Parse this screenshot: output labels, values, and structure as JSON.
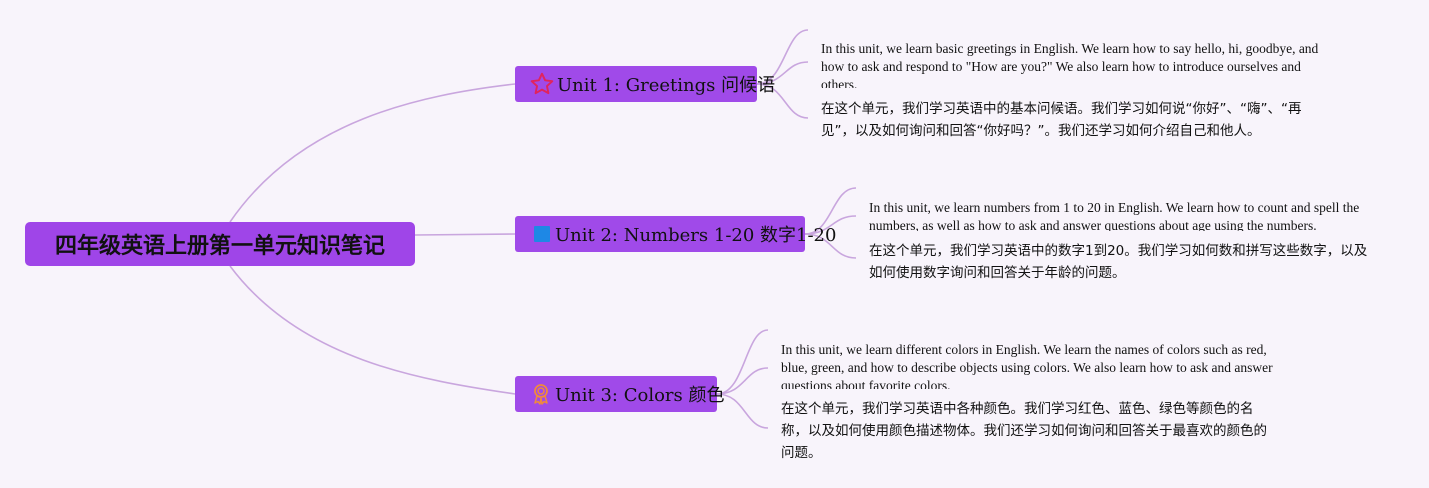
{
  "root": {
    "title": "四年级英语上册第一单元知识笔记"
  },
  "units": [
    {
      "label": "Unit 1: Greetings 问候语",
      "icon": "star-icon",
      "note_en": "In this unit, we learn basic greetings in English. We learn how to say hello, hi, goodbye, and how to ask and respond to \"How are you?\" We also learn how to introduce ourselves and others.",
      "note_zh": "在这个单元，我们学习英语中的基本问候语。我们学习如何说“你好”、“嗨”、“再见”，以及如何询问和回答“你好吗？”。我们还学习如何介绍自己和他人。"
    },
    {
      "label": "Unit 2: Numbers 1-20 数字1-20",
      "icon": "blue-square-icon",
      "note_en": "In this unit, we learn numbers from 1 to 20 in English. We learn how to count and spell the numbers, as well as how to ask and answer questions about age using the numbers.",
      "note_zh": "在这个单元，我们学习英语中的数字1到20。我们学习如何数和拼写这些数字，以及如何使用数字询问和回答关于年龄的问题。"
    },
    {
      "label": "Unit 3: Colors 颜色",
      "icon": "award-ribbon-icon",
      "note_en": "In this unit, we learn different colors in English. We learn the names of colors such as red, blue, green, and how to describe objects using colors. We also learn how to ask and answer questions about favorite colors.",
      "note_zh": "在这个单元，我们学习英语中各种颜色。我们学习红色、蓝色、绿色等颜色的名称，以及如何使用颜色描述物体。我们还学习如何询问和回答关于最喜欢的颜色的问题。"
    }
  ],
  "colors": {
    "node": "#a04ae9",
    "link": "#c9a6de",
    "background": "#f8f4fb"
  }
}
